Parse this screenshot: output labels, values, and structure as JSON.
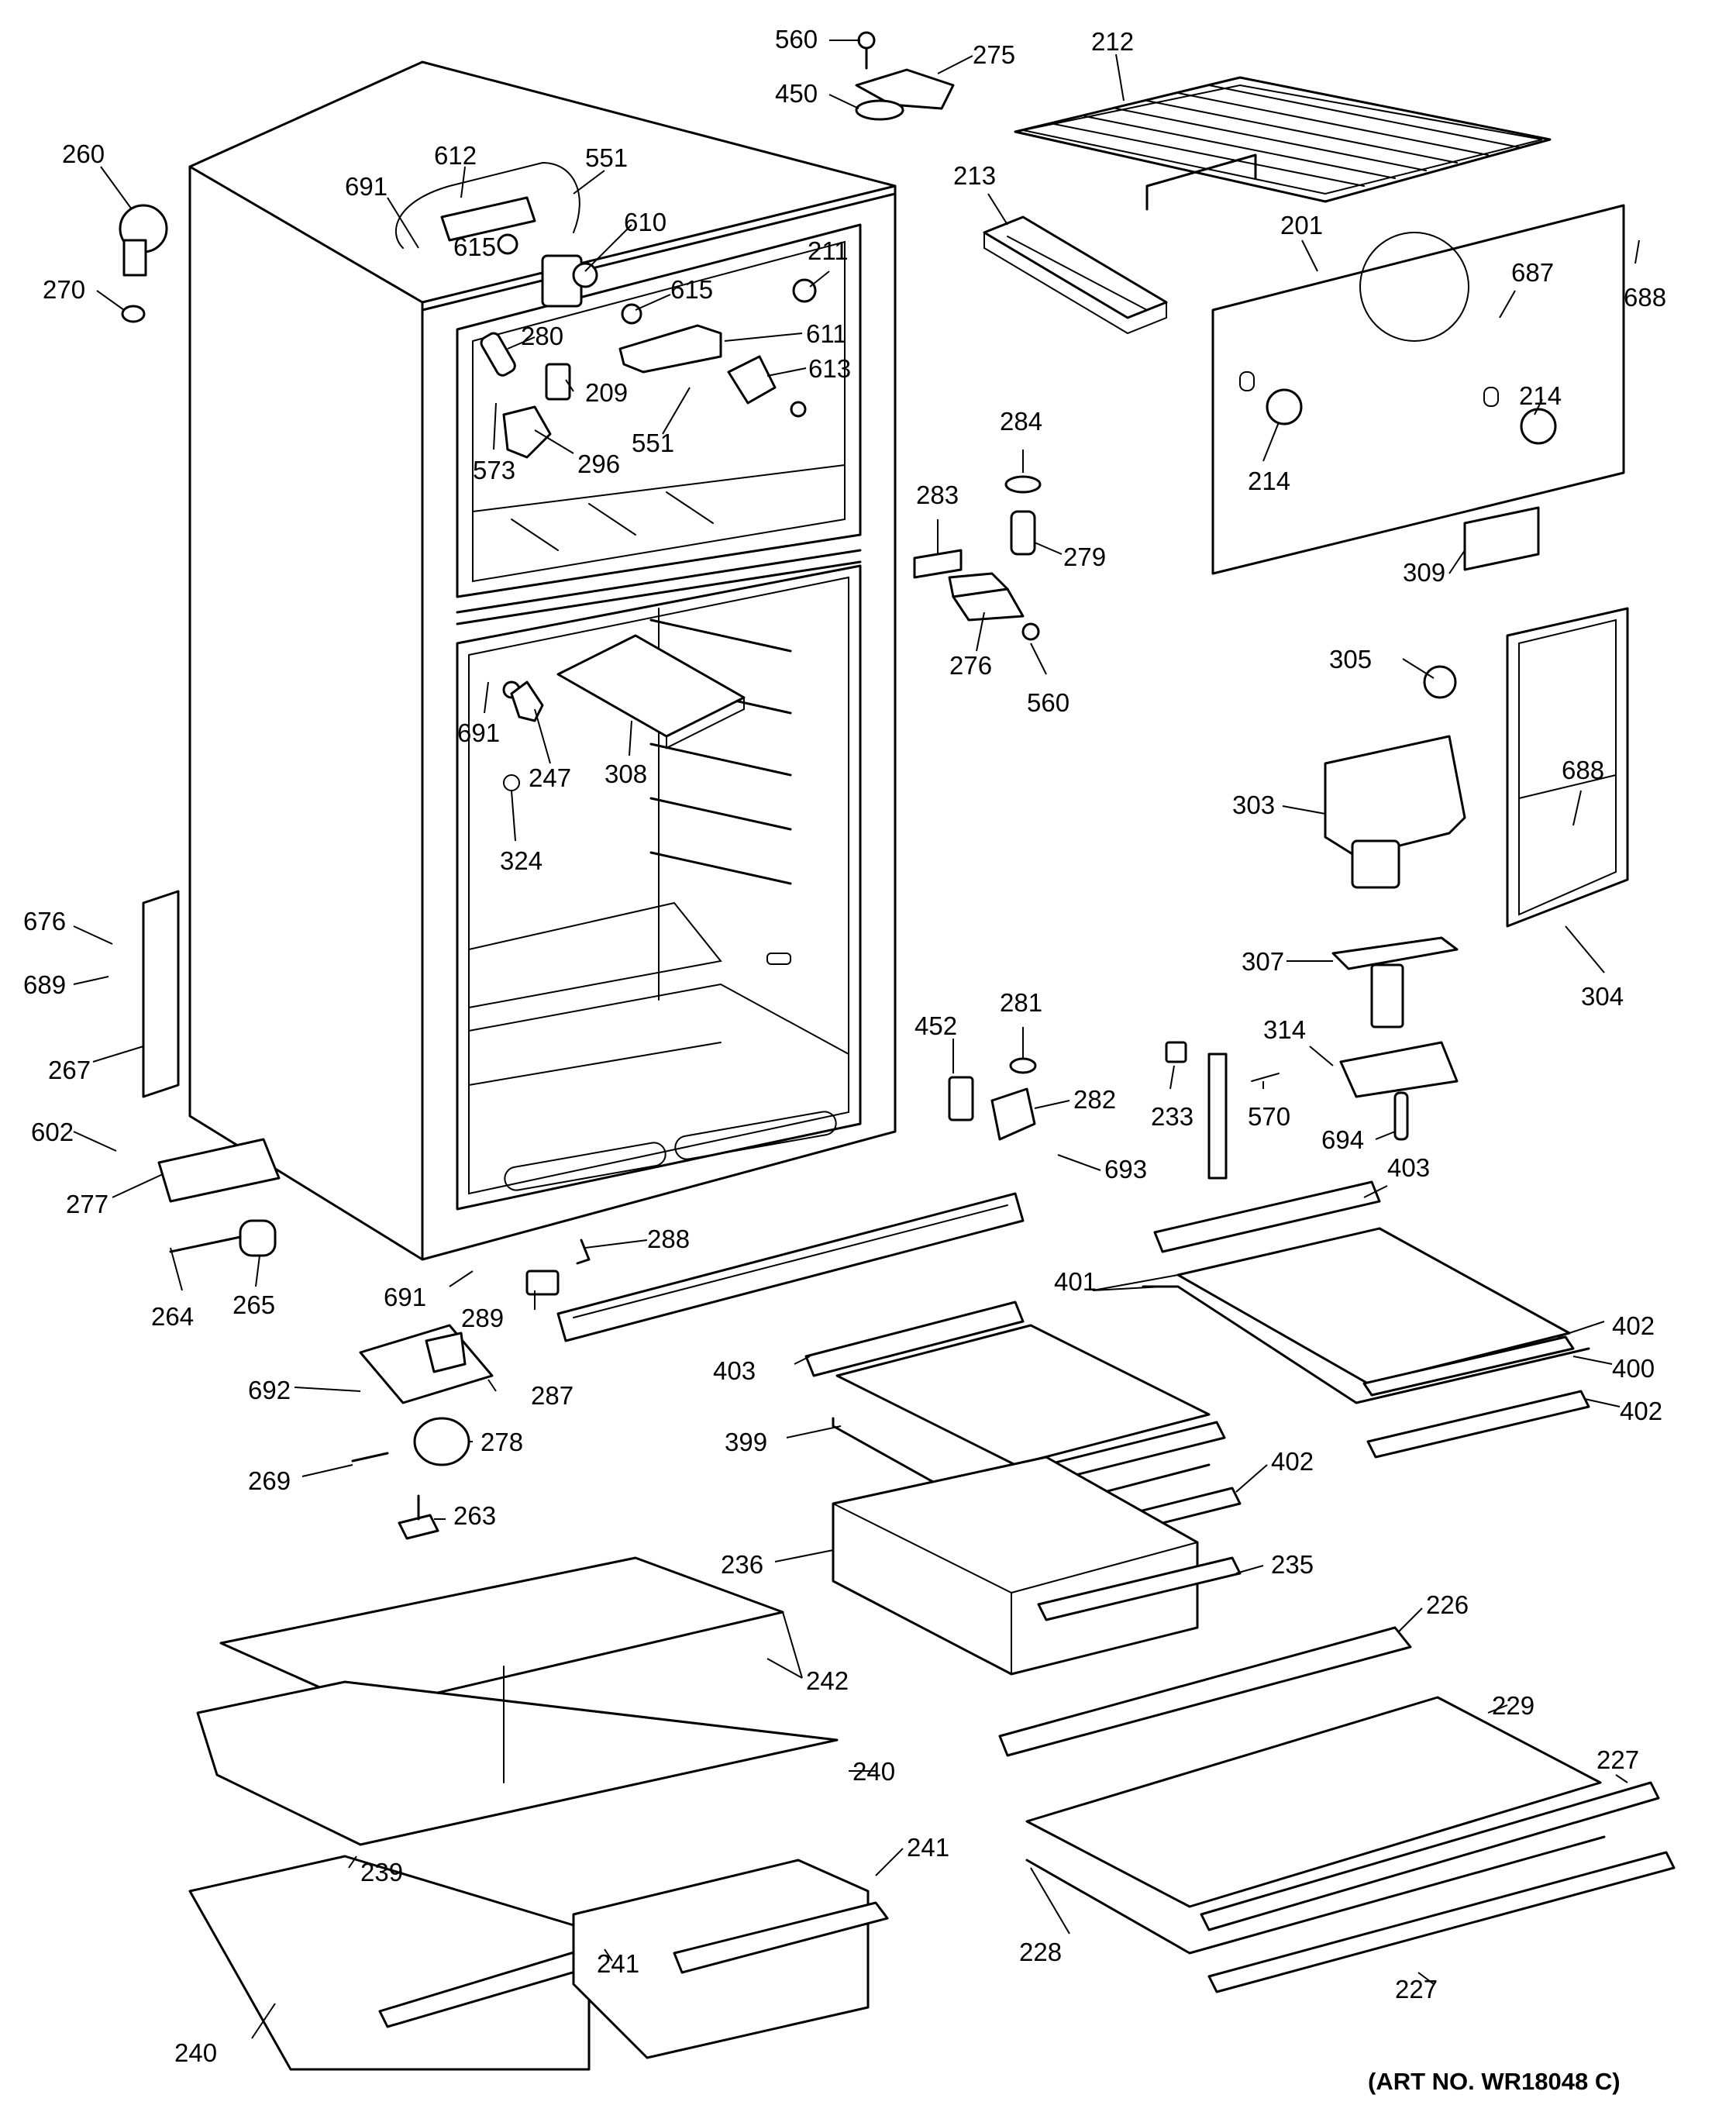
{
  "labels": [
    {
      "id": "l560a",
      "text": "560"
    },
    {
      "id": "l275",
      "text": "275"
    },
    {
      "id": "l450",
      "text": "450"
    },
    {
      "id": "l212",
      "text": "212"
    },
    {
      "id": "l260",
      "text": "260"
    },
    {
      "id": "l612",
      "text": "612"
    },
    {
      "id": "l551a",
      "text": "551"
    },
    {
      "id": "l691a",
      "text": "691"
    },
    {
      "id": "l610",
      "text": "610"
    },
    {
      "id": "l615a",
      "text": "615"
    },
    {
      "id": "l213",
      "text": "213"
    },
    {
      "id": "l201",
      "text": "201"
    },
    {
      "id": "l270",
      "text": "270"
    },
    {
      "id": "l615b",
      "text": "615"
    },
    {
      "id": "l211",
      "text": "211"
    },
    {
      "id": "l687",
      "text": "687"
    },
    {
      "id": "l688a",
      "text": "688"
    },
    {
      "id": "l280",
      "text": "280"
    },
    {
      "id": "l611",
      "text": "611"
    },
    {
      "id": "l209",
      "text": "209"
    },
    {
      "id": "l613",
      "text": "613"
    },
    {
      "id": "l214a",
      "text": "214"
    },
    {
      "id": "l284",
      "text": "284"
    },
    {
      "id": "l551b",
      "text": "551"
    },
    {
      "id": "l573",
      "text": "573"
    },
    {
      "id": "l296",
      "text": "296"
    },
    {
      "id": "l214b",
      "text": "214"
    },
    {
      "id": "l283",
      "text": "283"
    },
    {
      "id": "l279",
      "text": "279"
    },
    {
      "id": "l309",
      "text": "309"
    },
    {
      "id": "l276",
      "text": "276"
    },
    {
      "id": "l560b",
      "text": "560"
    },
    {
      "id": "l305",
      "text": "305"
    },
    {
      "id": "l691b",
      "text": "691"
    },
    {
      "id": "l247",
      "text": "247"
    },
    {
      "id": "l308",
      "text": "308"
    },
    {
      "id": "l688b",
      "text": "688"
    },
    {
      "id": "l303",
      "text": "303"
    },
    {
      "id": "l324",
      "text": "324"
    },
    {
      "id": "l676",
      "text": "676"
    },
    {
      "id": "l689",
      "text": "689"
    },
    {
      "id": "l307",
      "text": "307"
    },
    {
      "id": "l304",
      "text": "304"
    },
    {
      "id": "l452",
      "text": "452"
    },
    {
      "id": "l281",
      "text": "281"
    },
    {
      "id": "l314",
      "text": "314"
    },
    {
      "id": "l267",
      "text": "267"
    },
    {
      "id": "l282",
      "text": "282"
    },
    {
      "id": "l233",
      "text": "233"
    },
    {
      "id": "l570",
      "text": "570"
    },
    {
      "id": "l602",
      "text": "602"
    },
    {
      "id": "l694",
      "text": "694"
    },
    {
      "id": "l693",
      "text": "693"
    },
    {
      "id": "l403a",
      "text": "403"
    },
    {
      "id": "l277",
      "text": "277"
    },
    {
      "id": "l288",
      "text": "288"
    },
    {
      "id": "l691c",
      "text": "691"
    },
    {
      "id": "l401",
      "text": "401"
    },
    {
      "id": "l264",
      "text": "264"
    },
    {
      "id": "l265",
      "text": "265"
    },
    {
      "id": "l289",
      "text": "289"
    },
    {
      "id": "l402a",
      "text": "402"
    },
    {
      "id": "l403b",
      "text": "403"
    },
    {
      "id": "l400",
      "text": "400"
    },
    {
      "id": "l692",
      "text": "692"
    },
    {
      "id": "l287",
      "text": "287"
    },
    {
      "id": "l402b",
      "text": "402"
    },
    {
      "id": "l399",
      "text": "399"
    },
    {
      "id": "l278",
      "text": "278"
    },
    {
      "id": "l269",
      "text": "269"
    },
    {
      "id": "l402c",
      "text": "402"
    },
    {
      "id": "l263",
      "text": "263"
    },
    {
      "id": "l236",
      "text": "236"
    },
    {
      "id": "l235",
      "text": "235"
    },
    {
      "id": "l226",
      "text": "226"
    },
    {
      "id": "l242",
      "text": "242"
    },
    {
      "id": "l229",
      "text": "229"
    },
    {
      "id": "l227a",
      "text": "227"
    },
    {
      "id": "l240a",
      "text": "240"
    },
    {
      "id": "l241a",
      "text": "241"
    },
    {
      "id": "l239",
      "text": "239"
    },
    {
      "id": "l241b",
      "text": "241"
    },
    {
      "id": "l228",
      "text": "228"
    },
    {
      "id": "l227b",
      "text": "227"
    },
    {
      "id": "l240b",
      "text": "240"
    }
  ],
  "art_number": "(ART NO. WR18048 C)"
}
